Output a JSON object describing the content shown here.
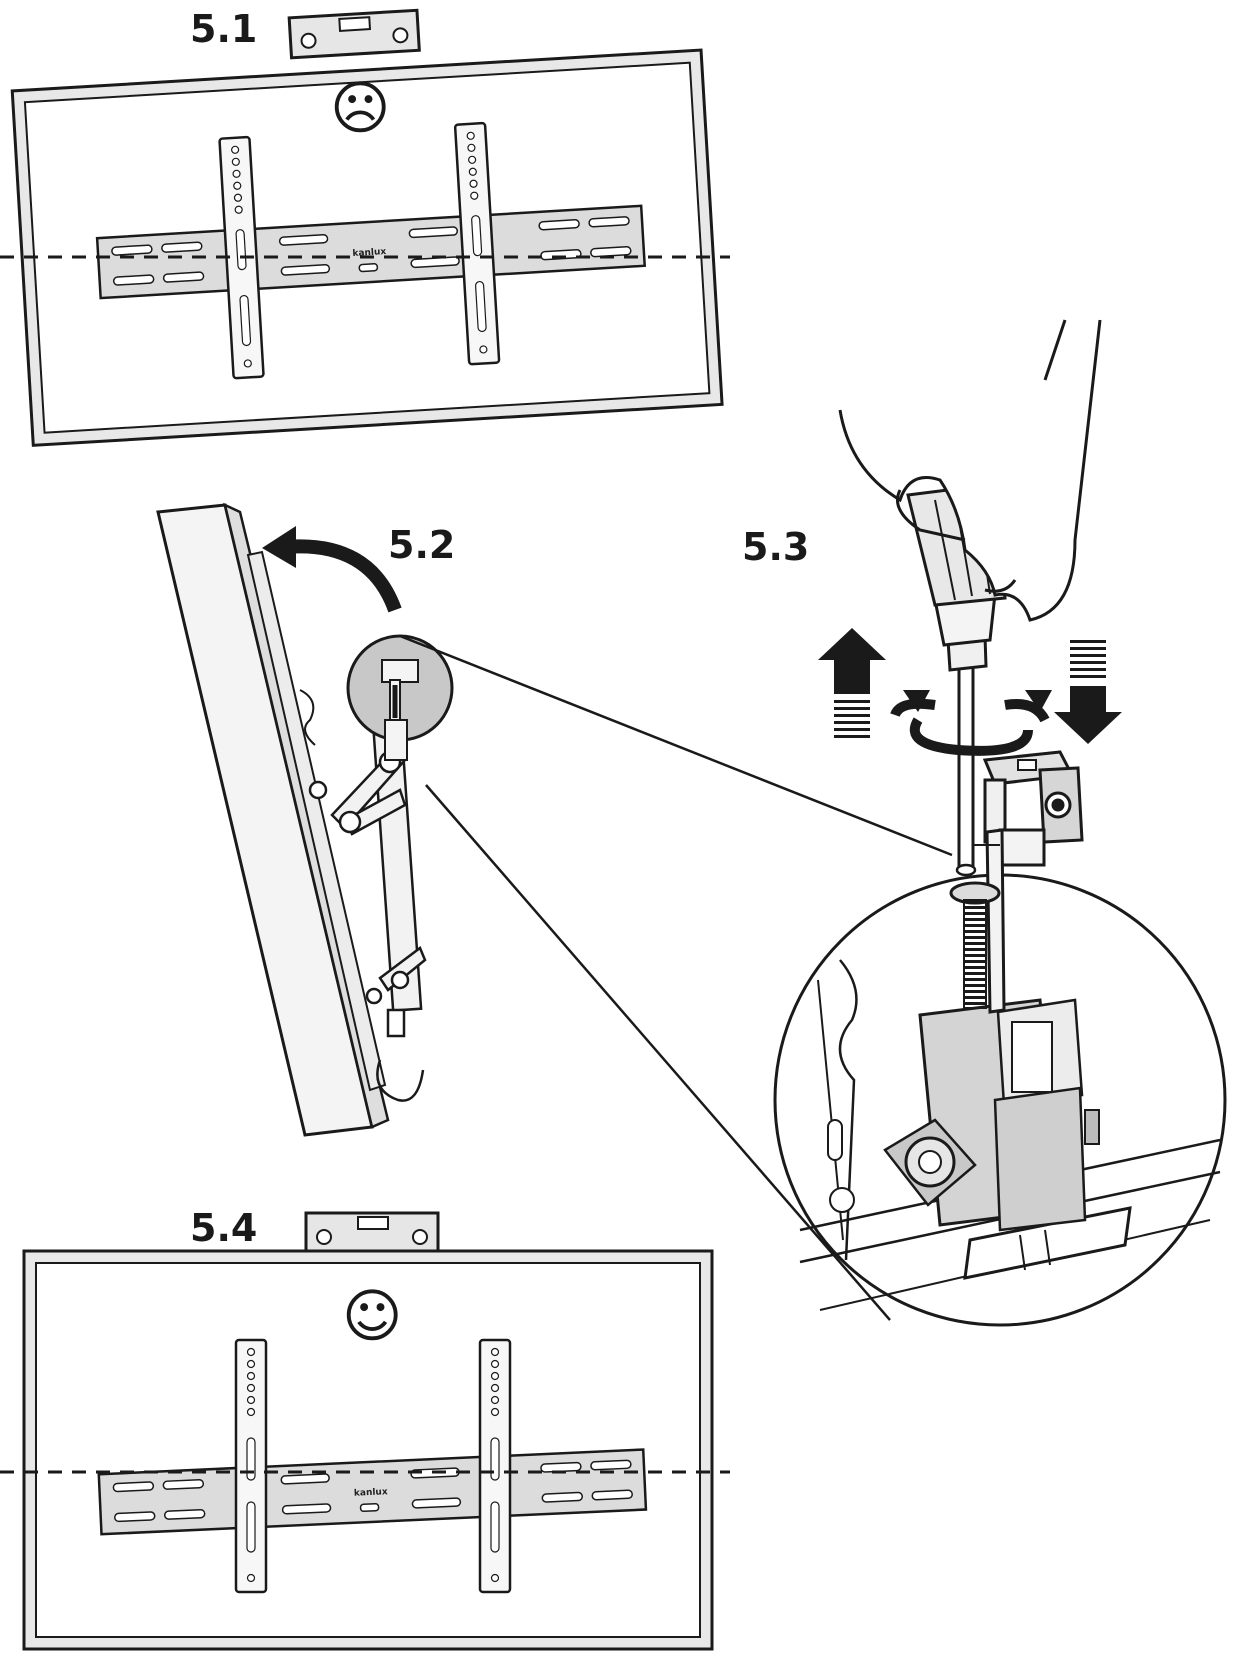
{
  "steps": {
    "s1": {
      "label": "5.1",
      "mood": "☹"
    },
    "s2": {
      "label": "5.2"
    },
    "s3": {
      "label": "5.3"
    },
    "s4": {
      "label": "5.4",
      "mood": "☺"
    }
  },
  "bracket_brand": "kanlux",
  "colors": {
    "line": "#1a1a1a",
    "fill_light": "#f2f2f2",
    "fill_mid": "#d9d9d9",
    "fill_dark": "#9a9a9a"
  },
  "icons": [
    "spirit-level-icon",
    "sad-face-icon",
    "happy-face-icon",
    "rotate-icon",
    "arrow-up-icon",
    "arrow-down-icon",
    "screwdriver-icon",
    "hand-icon",
    "magnifier-icon"
  ]
}
